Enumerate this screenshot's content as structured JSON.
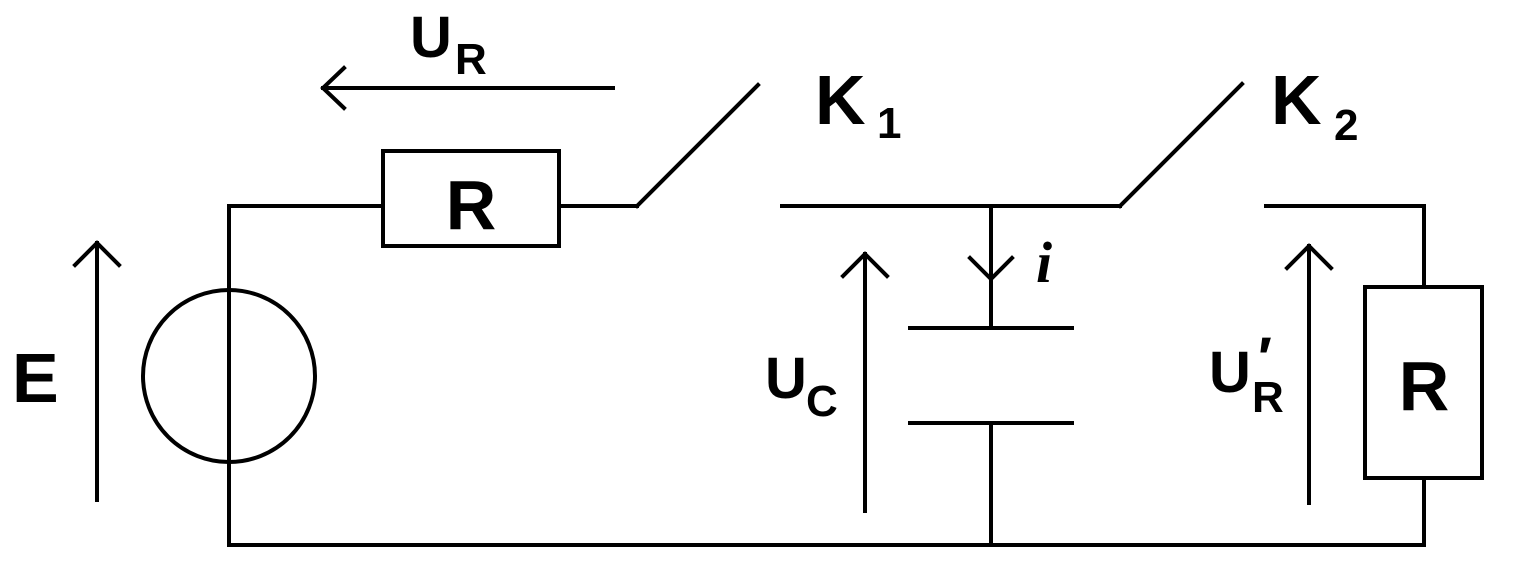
{
  "labels": {
    "source_voltage": "E",
    "resistor_1": "R",
    "resistor_2": "R",
    "voltage_r_main": "U",
    "voltage_r_sub": "R",
    "switch_1_main": "K",
    "switch_1_sub": "1",
    "switch_2_main": "K",
    "switch_2_sub": "2",
    "current": "i",
    "voltage_c_main": "U",
    "voltage_c_sub": "C",
    "voltage_r2_main": "U",
    "voltage_r2_prime": "′",
    "voltage_r2_sub": "R"
  }
}
